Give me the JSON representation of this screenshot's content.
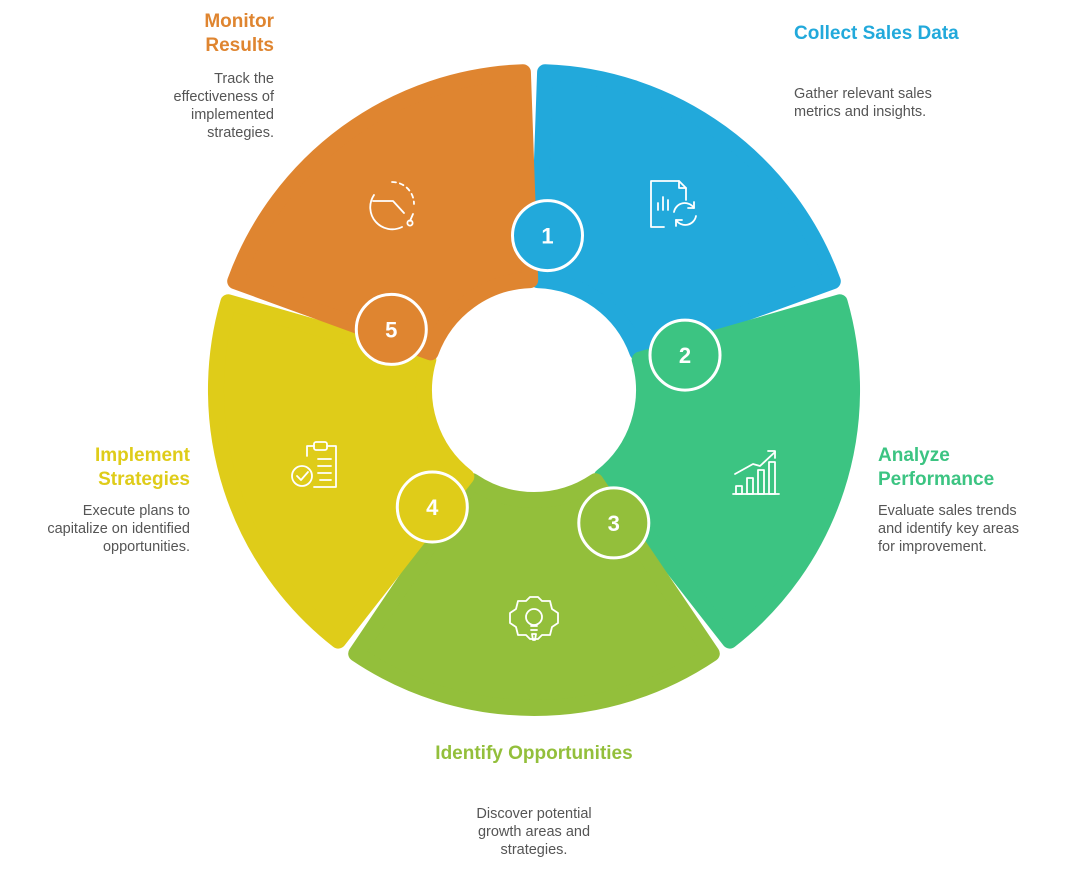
{
  "steps": [
    {
      "number": "1",
      "title": "Collect Sales Data",
      "description": "Gather relevant sales metrics and insights.",
      "color": "#22a9db",
      "icon": "report-refresh-icon"
    },
    {
      "number": "2",
      "title": "Analyze Performance",
      "description": "Evaluate sales trends and identify key areas for improvement.",
      "color": "#3cc482",
      "icon": "growth-chart-icon"
    },
    {
      "number": "3",
      "title": "Identify Opportunities",
      "description": "Discover potential growth areas and strategies.",
      "color": "#93bf3b",
      "icon": "gear-lightbulb-icon"
    },
    {
      "number": "4",
      "title": "Implement Strategies",
      "description": "Execute plans to capitalize on identified opportunities.",
      "color": "#dfcc19",
      "icon": "clipboard-check-icon"
    },
    {
      "number": "5",
      "title": "Monitor Results",
      "description": "Track the effectiveness of implemented strategies.",
      "color": "#df8530",
      "icon": "gauge-icon"
    }
  ]
}
